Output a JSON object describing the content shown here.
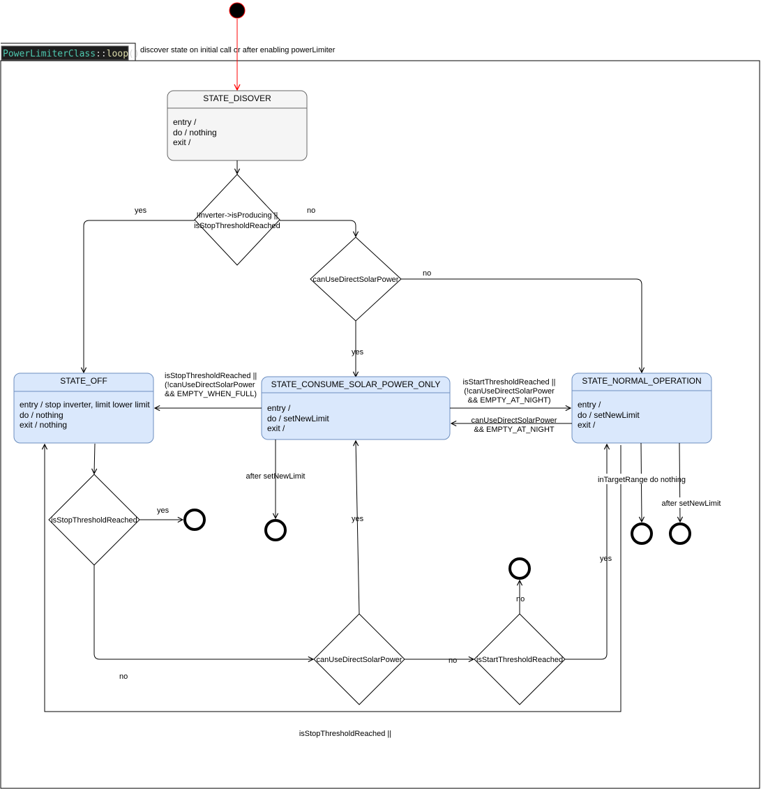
{
  "frame": {
    "label_class": "PowerLimiterClass",
    "label_sep": "::",
    "label_fn": "loop",
    "label_parens": "()",
    "note": "discover state on initial call or after enabling powerLimiter"
  },
  "states": {
    "discover": {
      "title": "STATE_DISOVER",
      "entry": "entry /",
      "do": "do / nothing",
      "exit": "exit /"
    },
    "off": {
      "title": "STATE_OFF",
      "entry": "entry / stop inverter, limit lower limit",
      "do": "do / nothing",
      "exit": "exit / nothing"
    },
    "consume": {
      "title": "STATE_CONSUME_SOLAR_POWER_ONLY",
      "entry": "entry /",
      "do": "do / setNewLimit",
      "exit": "exit /"
    },
    "normal": {
      "title": "STATE_NORMAL_OPERATION",
      "entry": "entry /",
      "do": "do / setNewLimit",
      "exit": "exit /"
    }
  },
  "decisions": {
    "d1_line1": "!Inverter->isProducing ||",
    "d1_line2": "isStopThresholdReached",
    "d2": "canUseDirectSolarPower",
    "d3": "isStopThresholdReached",
    "d4": "canUseDirectSolarPower",
    "d5": "isStartThresholdReached"
  },
  "labels": {
    "d1_yes": "yes",
    "d1_no": "no",
    "d2_no": "no",
    "d2_yes": "yes",
    "to_off_1": "isStopThresholdReached ||",
    "to_off_2": "(!canUseDirectSolarPower",
    "to_off_3": "&& EMPTY_WHEN_FULL)",
    "to_normal_1": "isStartThresholdReached ||",
    "to_normal_2": "(!canUseDirectSolarPower",
    "to_normal_3": "&& EMPTY_AT_NIGHT)",
    "to_consume_1": "canUseDirectSolarPower",
    "to_consume_2": "&& EMPTY_AT_NIGHT",
    "consume_after": "after setNewLimit",
    "d3_yes": "yes",
    "d3_no": "no",
    "d4_yes": "yes",
    "d4_no": "no",
    "d5_no": "no",
    "d5_yes": "yes",
    "in_target": "inTargetRange do nothing",
    "normal_after": "after setNewLimit",
    "bottom": "isStopThresholdReached ||"
  },
  "colors": {
    "state_fill": "#dae8fc",
    "state_stroke": "#6c8ebf",
    "discover_fill": "#f5f5f5",
    "discover_stroke": "#666666",
    "initial_arrow": "#ff0000",
    "code_bg": "#1e1e1e",
    "code_class": "#4ec9b0",
    "code_fn": "#dcdcaa",
    "code_text": "#d4d4d4"
  }
}
